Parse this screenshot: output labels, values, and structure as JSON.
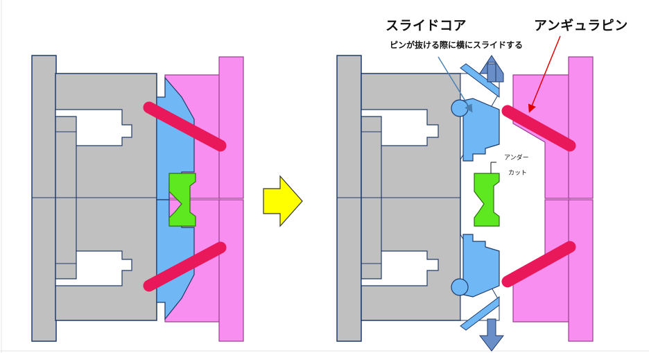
{
  "labels": {
    "slide_core_title": "スライドコア",
    "slide_core_note": "ピンが抜ける際に横にスライドする",
    "angular_pin_title": "アンギュラピン",
    "undercut_line1": "アンダー",
    "undercut_line2": "カット"
  },
  "colors": {
    "mold_plate": "#c0c0c0",
    "outline": "#1f3a68",
    "slide_core": "#6fb8f5",
    "angular_pin": "#e8185a",
    "cavity_plate": "#f78ef0",
    "molded_part": "#5ee820",
    "transition_arrow": "#ffff00",
    "motion_arrow": "#6a8fc8",
    "callout_slide": "#4a7fb0",
    "callout_pin": "#e00000"
  }
}
